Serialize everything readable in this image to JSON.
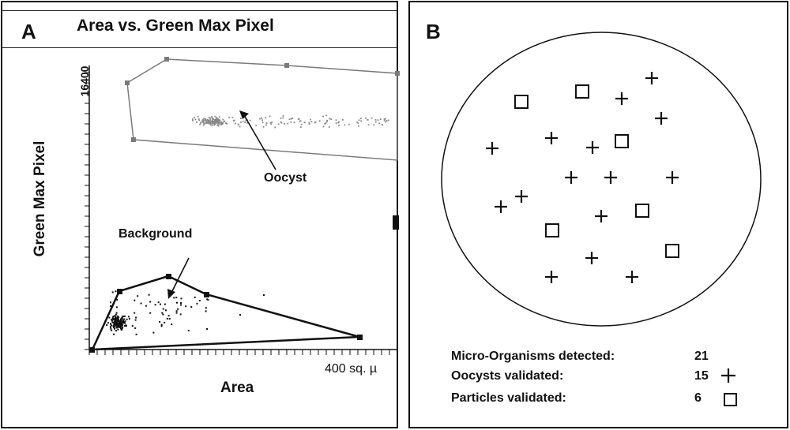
{
  "panel_a": {
    "letter": "A",
    "title": "Area vs. Green Max Pixel",
    "y_axis_label": "Green Max Pixel",
    "y_tick_max": "16400",
    "x_axis_label": "Area",
    "x_tick_max": "400 sq. µ",
    "annotations": {
      "oocyst": "Oocyst",
      "background": "Background"
    },
    "colors": {
      "oocyst_gate": "#7a7a7a",
      "background_gate": "#111111"
    }
  },
  "panel_b": {
    "letter": "B",
    "summary": {
      "detected_label": "Micro-Organisms detected:",
      "detected_value": "21",
      "oocysts_label": "Oocysts  validated:",
      "oocysts_value": "15",
      "particles_label": "Particles validated:",
      "particles_value": "6"
    },
    "legend_icons": {
      "oocyst": "plus-icon",
      "particle": "square-icon"
    }
  }
}
